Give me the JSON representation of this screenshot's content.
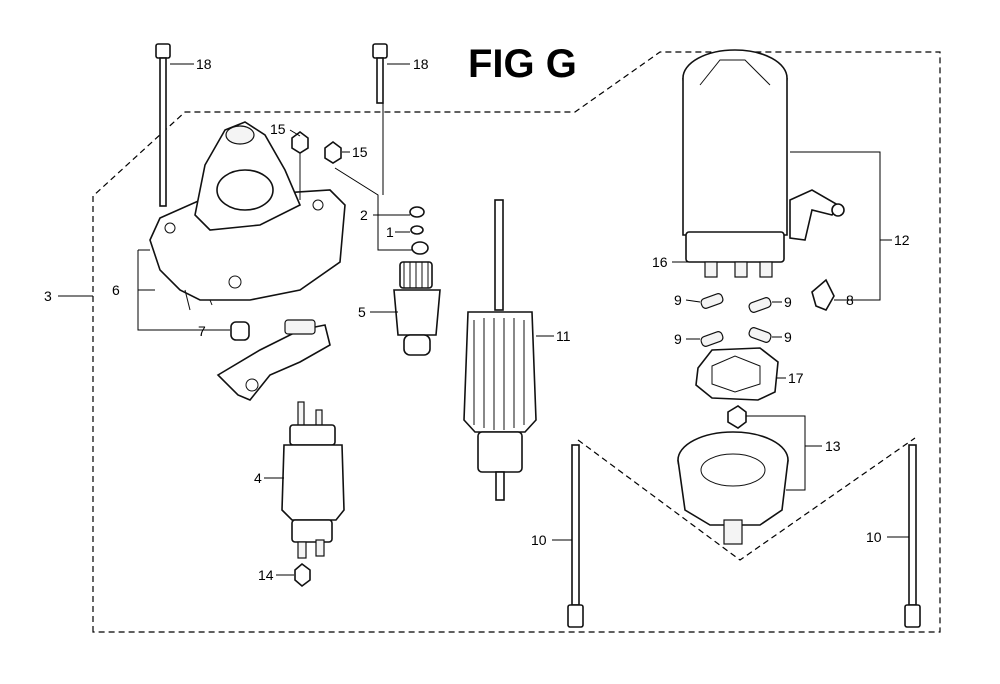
{
  "figure": {
    "title": "FIG G"
  },
  "callouts": {
    "c1": "1",
    "c2": "2",
    "c3": "3",
    "c4": "4",
    "c5": "5",
    "c6": "6",
    "c7": "7",
    "c8": "8",
    "c9a": "9",
    "c9b": "9",
    "c9c": "9",
    "c9d": "9",
    "c10a": "10",
    "c10b": "10",
    "c11": "11",
    "c12": "12",
    "c13": "13",
    "c14": "14",
    "c15a": "15",
    "c15b": "15",
    "c16": "16",
    "c17": "17",
    "c18a": "18",
    "c18b": "18"
  }
}
